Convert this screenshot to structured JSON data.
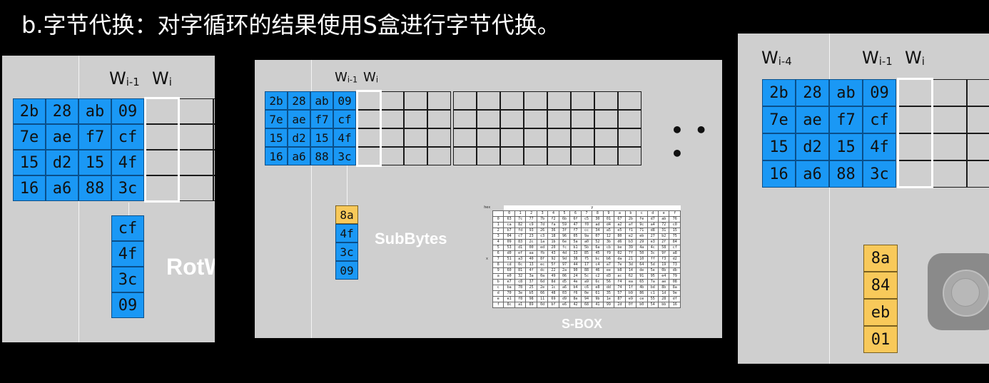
{
  "title": "b.字节代换：对字循环的结果使用S盒进行字节代换。",
  "word_matrix": [
    [
      "2b",
      "28",
      "ab",
      "09"
    ],
    [
      "7e",
      "ae",
      "f7",
      "cf"
    ],
    [
      "15",
      "d2",
      "15",
      "4f"
    ],
    [
      "16",
      "a6",
      "88",
      "3c"
    ]
  ],
  "panel1": {
    "hdr_w1": "W",
    "hdr_w1_sub": "i-1",
    "hdr_w2": "W",
    "hdr_w2_sub": "i",
    "rotated": [
      "cf",
      "4f",
      "3c",
      "09"
    ],
    "rot_label": "RotW"
  },
  "panel2": {
    "hdr_w1": "W",
    "hdr_w1_sub": "i-1",
    "hdr_w2": "W",
    "hdr_w2_sub": "i",
    "column": [
      "8a",
      "4f",
      "3c",
      "09"
    ],
    "subbytes_label": "SubBytes",
    "sbox_label": "S-BOX",
    "ellipsis": "• • •",
    "sbox_hdr": "hex",
    "sbox_y": "y",
    "sbox_x": "x"
  },
  "panel3": {
    "hdr_w0": "W",
    "hdr_w0_sub": "i-4",
    "hdr_w1": "W",
    "hdr_w1_sub": "i-1",
    "hdr_w2": "W",
    "hdr_w2_sub": "i",
    "result": [
      "8a",
      "84",
      "eb",
      "01"
    ]
  },
  "colors": {
    "blue": "#1a98f5",
    "yellow": "#f8c95a",
    "panel": "#cfcfcf"
  },
  "sbox": {
    "cols": [
      "0",
      "1",
      "2",
      "3",
      "4",
      "5",
      "6",
      "7",
      "8",
      "9",
      "a",
      "b",
      "c",
      "d",
      "e",
      "f"
    ],
    "rows": [
      [
        "0",
        "63",
        "7c",
        "77",
        "7b",
        "f2",
        "6b",
        "6f",
        "c5",
        "30",
        "01",
        "67",
        "2b",
        "fe",
        "d7",
        "ab",
        "76"
      ],
      [
        "1",
        "ca",
        "82",
        "c9",
        "7d",
        "fa",
        "59",
        "47",
        "f0",
        "ad",
        "d4",
        "a2",
        "af",
        "9c",
        "a4",
        "72",
        "c0"
      ],
      [
        "2",
        "b7",
        "fd",
        "93",
        "26",
        "36",
        "3f",
        "f7",
        "cc",
        "34",
        "a5",
        "e5",
        "f1",
        "71",
        "d8",
        "31",
        "15"
      ],
      [
        "3",
        "04",
        "c7",
        "23",
        "c3",
        "18",
        "96",
        "05",
        "9a",
        "07",
        "12",
        "80",
        "e2",
        "eb",
        "27",
        "b2",
        "75"
      ],
      [
        "4",
        "09",
        "83",
        "2c",
        "1a",
        "1b",
        "6e",
        "5a",
        "a0",
        "52",
        "3b",
        "d6",
        "b3",
        "29",
        "e3",
        "2f",
        "84"
      ],
      [
        "5",
        "53",
        "d1",
        "00",
        "ed",
        "20",
        "fc",
        "b1",
        "5b",
        "6a",
        "cb",
        "be",
        "39",
        "4a",
        "4c",
        "58",
        "cf"
      ],
      [
        "6",
        "d0",
        "ef",
        "aa",
        "fb",
        "43",
        "4d",
        "33",
        "85",
        "45",
        "f9",
        "02",
        "7f",
        "50",
        "3c",
        "9f",
        "a8"
      ],
      [
        "7",
        "51",
        "a3",
        "40",
        "8f",
        "92",
        "9d",
        "38",
        "f5",
        "bc",
        "b6",
        "da",
        "21",
        "10",
        "ff",
        "f3",
        "d2"
      ],
      [
        "8",
        "cd",
        "0c",
        "13",
        "ec",
        "5f",
        "97",
        "44",
        "17",
        "c4",
        "a7",
        "7e",
        "3d",
        "64",
        "5d",
        "19",
        "73"
      ],
      [
        "9",
        "60",
        "81",
        "4f",
        "dc",
        "22",
        "2a",
        "90",
        "88",
        "46",
        "ee",
        "b8",
        "14",
        "de",
        "5e",
        "0b",
        "db"
      ],
      [
        "a",
        "e0",
        "32",
        "3a",
        "0a",
        "49",
        "06",
        "24",
        "5c",
        "c2",
        "d3",
        "ac",
        "62",
        "91",
        "95",
        "e4",
        "79"
      ],
      [
        "b",
        "e7",
        "c8",
        "37",
        "6d",
        "8d",
        "d5",
        "4e",
        "a9",
        "6c",
        "56",
        "f4",
        "ea",
        "65",
        "7a",
        "ae",
        "08"
      ],
      [
        "c",
        "ba",
        "78",
        "25",
        "2e",
        "1c",
        "a6",
        "b4",
        "c6",
        "e8",
        "dd",
        "74",
        "1f",
        "4b",
        "bd",
        "8b",
        "8a"
      ],
      [
        "d",
        "70",
        "3e",
        "b5",
        "66",
        "48",
        "03",
        "f6",
        "0e",
        "61",
        "35",
        "57",
        "b9",
        "86",
        "c1",
        "1d",
        "9e"
      ],
      [
        "e",
        "e1",
        "f8",
        "98",
        "11",
        "69",
        "d9",
        "8e",
        "94",
        "9b",
        "1e",
        "87",
        "e9",
        "ce",
        "55",
        "28",
        "df"
      ],
      [
        "f",
        "8c",
        "a1",
        "89",
        "0d",
        "bf",
        "e6",
        "42",
        "68",
        "41",
        "99",
        "2d",
        "0f",
        "b0",
        "54",
        "bb",
        "16"
      ]
    ]
  }
}
